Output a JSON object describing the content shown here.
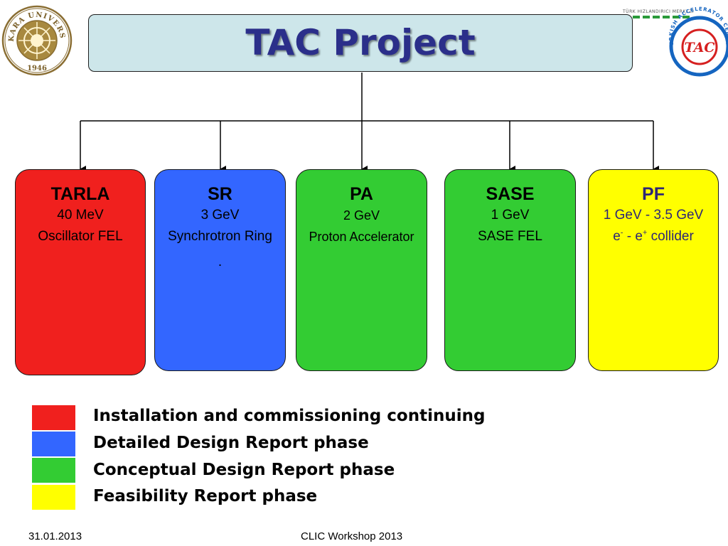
{
  "title": "TAC Project",
  "colors": {
    "red": "#f0201e",
    "blue": "#3366ff",
    "green": "#33cc33",
    "yellow": "#ffff00",
    "title_bg": "#cde6ea",
    "title_text": "#2b2f8a",
    "pf_text": "#2d2676"
  },
  "projects": [
    {
      "name": "TARLA",
      "line1": "40 MeV",
      "line2": "Oscillator FEL",
      "status": "red"
    },
    {
      "name": "SR",
      "line1": "3 GeV",
      "line2": "Synchrotron Ring",
      "line3": ".",
      "status": "blue"
    },
    {
      "name": "PA",
      "line1": "2 GeV",
      "line2": "Proton Accelerator",
      "status": "green"
    },
    {
      "name": "SASE",
      "line1": "1 GeV",
      "line2": "SASE FEL",
      "status": "green"
    },
    {
      "name": "PF",
      "line1": "1 GeV - 3.5 GeV",
      "line2_parts": [
        "e",
        "-",
        " - e",
        "+",
        " collider"
      ],
      "status": "yellow"
    }
  ],
  "legend": [
    {
      "color": "red",
      "label": "Installation and commissioning continuing"
    },
    {
      "color": "blue",
      "label": "Detailed Design Report  phase"
    },
    {
      "color": "green",
      "label": "Conceptual Design Report phase"
    },
    {
      "color": "yellow",
      "label": "Feasibility Report phase"
    }
  ],
  "footer": {
    "date": "31.01.2013",
    "event": "CLIC Workshop 2013"
  },
  "logos": {
    "left": {
      "text": "ANKARA UNIVERSITY",
      "year": "1946",
      "icon": "ankara-university-seal-icon"
    },
    "right": {
      "text_top": "TÜRK HIZLANDIRICI MERKEZİ",
      "text_ring": "TURKISH ACCELERATOR CENTER",
      "mark": "TAC",
      "icon": "tac-logo-icon"
    }
  }
}
